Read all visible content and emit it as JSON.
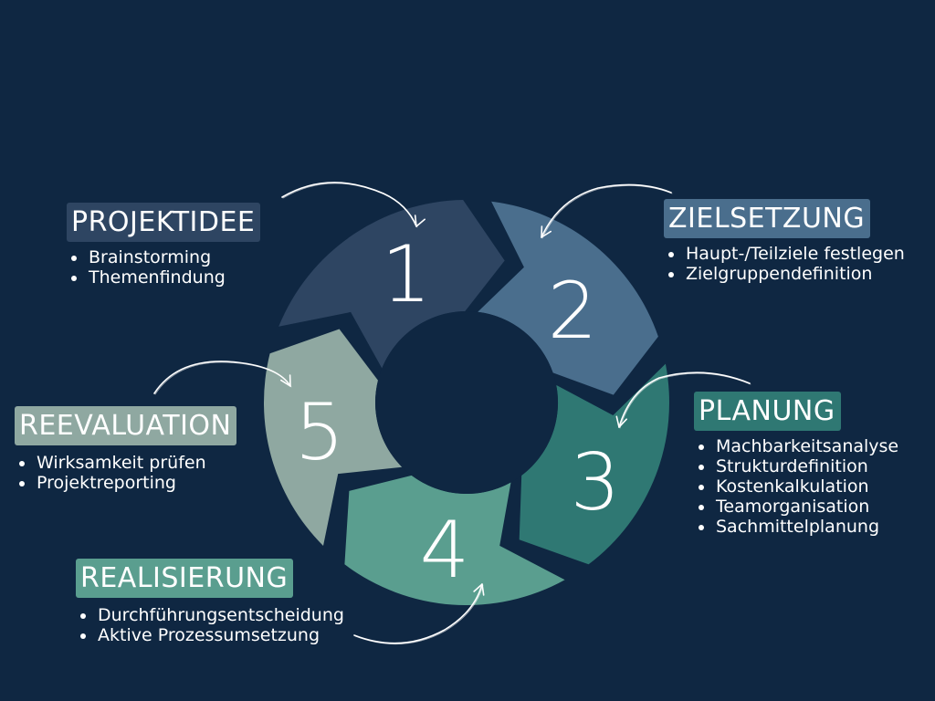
{
  "cycle": [
    {
      "number": "1",
      "title": "PROJEKTIDEE",
      "color": "#2e4562",
      "items": [
        "Brainstorming",
        "Themenfindung"
      ]
    },
    {
      "number": "2",
      "title": "ZIELSETZUNG",
      "color": "#4a6e8d",
      "items": [
        "Haupt-/Teilziele festlegen",
        "Zielgruppendefinition"
      ]
    },
    {
      "number": "3",
      "title": "PLANUNG",
      "color": "#2f7873",
      "items": [
        "Machbarkeitsanalyse",
        "Strukturdefinition",
        "Kostenkalkulation",
        "Teamorganisation",
        "Sachmittelplanung"
      ]
    },
    {
      "number": "4",
      "title": "REALISIERUNG",
      "color": "#5a9e8f",
      "items": [
        "Durchführungsentscheidung",
        "Aktive Prozessumsetzung"
      ]
    },
    {
      "number": "5",
      "title": "REEVALUATION",
      "color": "#8fa8a1",
      "items": [
        "Wirksamkeit prüfen",
        "Projektreporting"
      ]
    }
  ],
  "background_color": "#0f2742",
  "arrow_color": "#ffffff"
}
